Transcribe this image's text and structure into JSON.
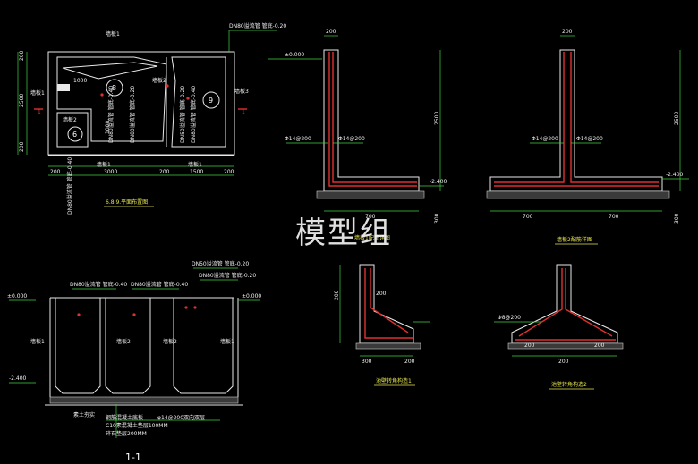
{
  "watermark": "模型组",
  "plan": {
    "pipe_top": "DN80溢流管 管底-0.20",
    "wall_top": "墙板1",
    "wall_left": "墙板1",
    "wall_mid": "墙板2",
    "wall_bottom": "墙板1",
    "wall_right": "墙板3",
    "pipe_v1": "DN80溢流管 管底-0.40",
    "pipe_v2": "DN80溢流管 管底-0.20",
    "pipe_v3": "DN50溢流管 管底-0.20",
    "pipe_v4": "DN80溢流管 管底-0.40",
    "circle_8": "8",
    "circle_6": "6",
    "circle_9": "9",
    "dim_1000": "1000",
    "dim_1000b": "1000",
    "dim_3000": "3000",
    "dim_1500": "1500",
    "dim_200a": "200",
    "dim_200b": "200",
    "dim_200c": "200",
    "dim_2500": "2500",
    "dim_200l": "200",
    "dim_200l2": "200",
    "caption": "6.8.9.平面布置图",
    "marker": "1"
  },
  "section": {
    "pipe_top": "DN50溢流管 管底-0.20",
    "pipe_a": "DN80溢流管 管底-0.40",
    "pipe_b": "DN80溢流管 管底-0.40",
    "pipe_c": "DN80溢流管 管底-0.20",
    "level_top_left": "±0.000",
    "level_top_right": "±0.000",
    "level_bot": "-2.400",
    "wall_l": "墙板1",
    "wall_m": "墙板2",
    "wall_m2": "墙板2",
    "wall_r": "墙板1",
    "note1": "钢筋混凝土底板",
    "note1b": "φ14@200双向双层",
    "note2": "C10素混凝土垫层100MM",
    "note3": "碎石垫层200MM",
    "soil": "素土夯实",
    "caption": "1-1"
  },
  "detail1": {
    "level_top": "±0.000",
    "level_bot": "-2.400",
    "rebar1": "Φ14@200",
    "rebar2": "Φ14@200",
    "dim_top": "200",
    "dim_h": "2500",
    "dim_w": "700",
    "dim_b": "300",
    "caption": "墙板1配筋详图"
  },
  "detail2": {
    "level_bot": "-2.400",
    "rebar1": "Φ14@200",
    "rebar2": "Φ14@200",
    "dim_top": "200",
    "dim_h": "2500",
    "dim_w1": "700",
    "dim_w2": "700",
    "dim_b": "300",
    "caption": "墙板2配筋详图"
  },
  "detail3": {
    "dim_a": "200",
    "dim_b": "200",
    "dim_c": "200",
    "dim_d": "300",
    "caption": "池壁转角构造1"
  },
  "detail4": {
    "rebar": "Φ8@200",
    "dim_a": "200",
    "dim_b": "200",
    "dim_c": "200",
    "caption": "池壁转角构造2"
  }
}
